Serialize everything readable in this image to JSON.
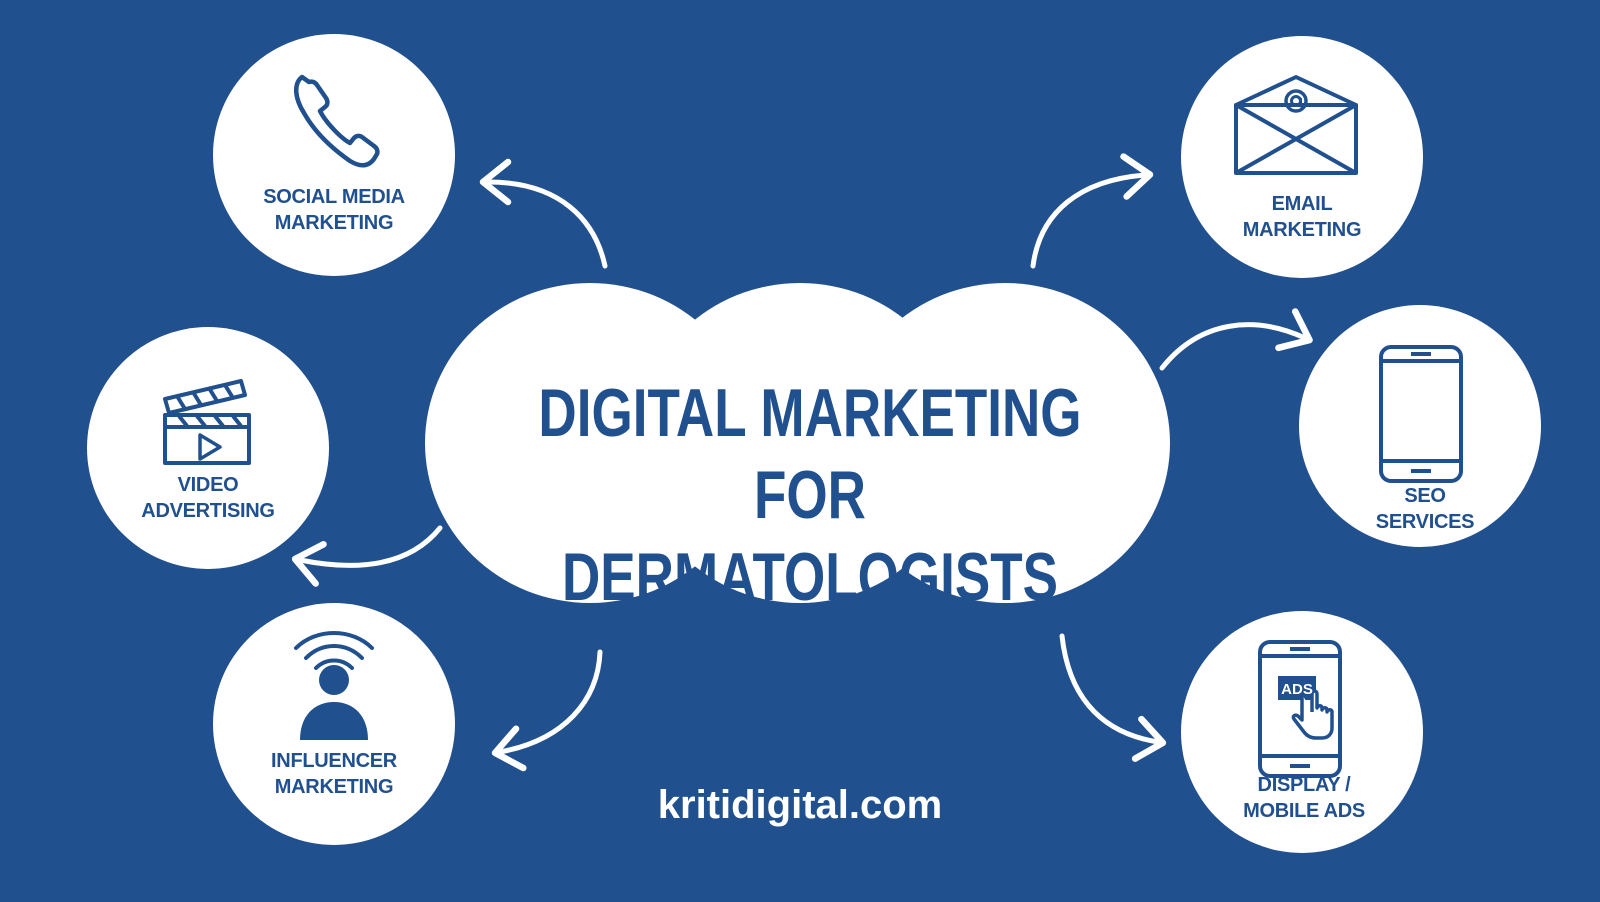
{
  "title": {
    "line1": "DIGITAL MARKETING FOR",
    "line2": "DERMATOLOGISTS"
  },
  "nodes": [
    {
      "id": "social",
      "line1": "SOCIAL MEDIA",
      "line2": "MARKETING",
      "icon": "phone-icon"
    },
    {
      "id": "video",
      "line1": "VIDEO",
      "line2": "ADVERTISING",
      "icon": "clapperboard-icon"
    },
    {
      "id": "influencer",
      "line1": "INFLUENCER",
      "line2": "MARKETING",
      "icon": "influencer-icon"
    },
    {
      "id": "email",
      "line1": "EMAIL",
      "line2": "MARKETING",
      "icon": "envelope-icon"
    },
    {
      "id": "seo",
      "line1": "SEO",
      "line2": "SERVICES",
      "icon": "smartphone-icon"
    },
    {
      "id": "display",
      "line1": "DISPLAY /",
      "line2": "MOBILE ADS",
      "icon": "mobile-ads-icon",
      "badge": "ADS"
    }
  ],
  "footer": {
    "site": "kritidigital.com"
  },
  "colors": {
    "background": "#21508f",
    "accent": "#21508f",
    "circle": "#ffffff",
    "arrow": "#ffffff"
  }
}
